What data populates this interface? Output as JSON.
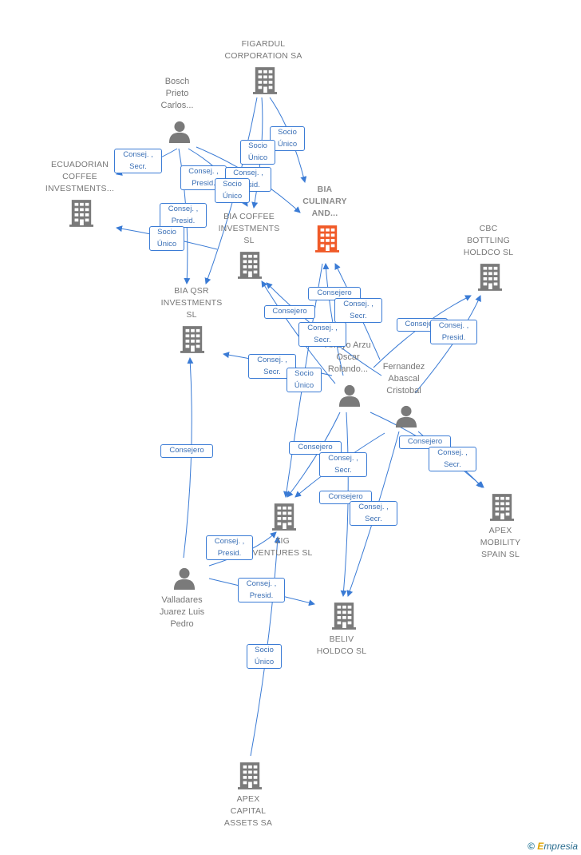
{
  "nodes": {
    "figardul": "FIGARDUL\nCORPORATION SA",
    "bosch": "Bosch\nPrieto\nCarlos...",
    "ecuadorian": "ECUADORIAN\nCOFFEE\nINVESTMENTS...",
    "bia_culinary": "BIA\nCULINARY\nAND...",
    "bia_coffee": "BIA COFFEE\nINVESTMENTS\nSL",
    "cbc": "CBC\nBOTTLING\nHOLDCO  SL",
    "bia_qsr": "BIA QSR\nINVESTMENTS\nSL",
    "arzu": "Arroyo Arzu\nOscar\nRolando...",
    "fernandez": "Fernandez\nAbascal\nCristobal",
    "zig": "ZIG\nVENTURES  SL",
    "apex_mobility": "APEX\nMOBILITY\nSPAIN  SL",
    "valladares": "Valladares\nJuarez Luis\nPedro",
    "beliv": "BELIV\nHOLDCO  SL",
    "apex_capital": "APEX\nCAPITAL\nASSETS SA"
  },
  "edge_labels": {
    "l1": "Consej. ,\nSecr.",
    "l2": "Socio\nÚnico",
    "l3": "Socio\nÚnico",
    "l4": "Consej. ,\nPresid.",
    "l5": "Consej. ,\nPresid.",
    "l6": "Socio\nÚnico",
    "l7": "Consej. ,\nPresid.",
    "l8": "Socio\nÚnico",
    "l9": "Consejero",
    "l10": "Consejero",
    "l11": "Consej. ,\nSecr.",
    "l12": "Consej. ,\nSecr.",
    "l13": "Consejero",
    "l14": "Consej. ,\nPresid.",
    "l15": "Consej. ,\nSecr.",
    "l16": "Socio\nÚnico",
    "l17": "Consejero",
    "l18": "Consejero",
    "l19": "Consej. ,\nSecr.",
    "l20": "Consejero",
    "l21": "Consej. ,\nSecr.",
    "l22": "Consejero",
    "l23": "Consej. ,\nSecr.",
    "l24": "Consej. ,\nPresid.",
    "l25": "Consej. ,\nPresid.",
    "l26": "Socio\nÚnico"
  },
  "brand": {
    "copyright": "©",
    "e": "E",
    "rest": "mpresia"
  },
  "colors": {
    "edge": "#3a7bd5",
    "node": "#7a7a7a",
    "main_node": "#f05a28"
  }
}
